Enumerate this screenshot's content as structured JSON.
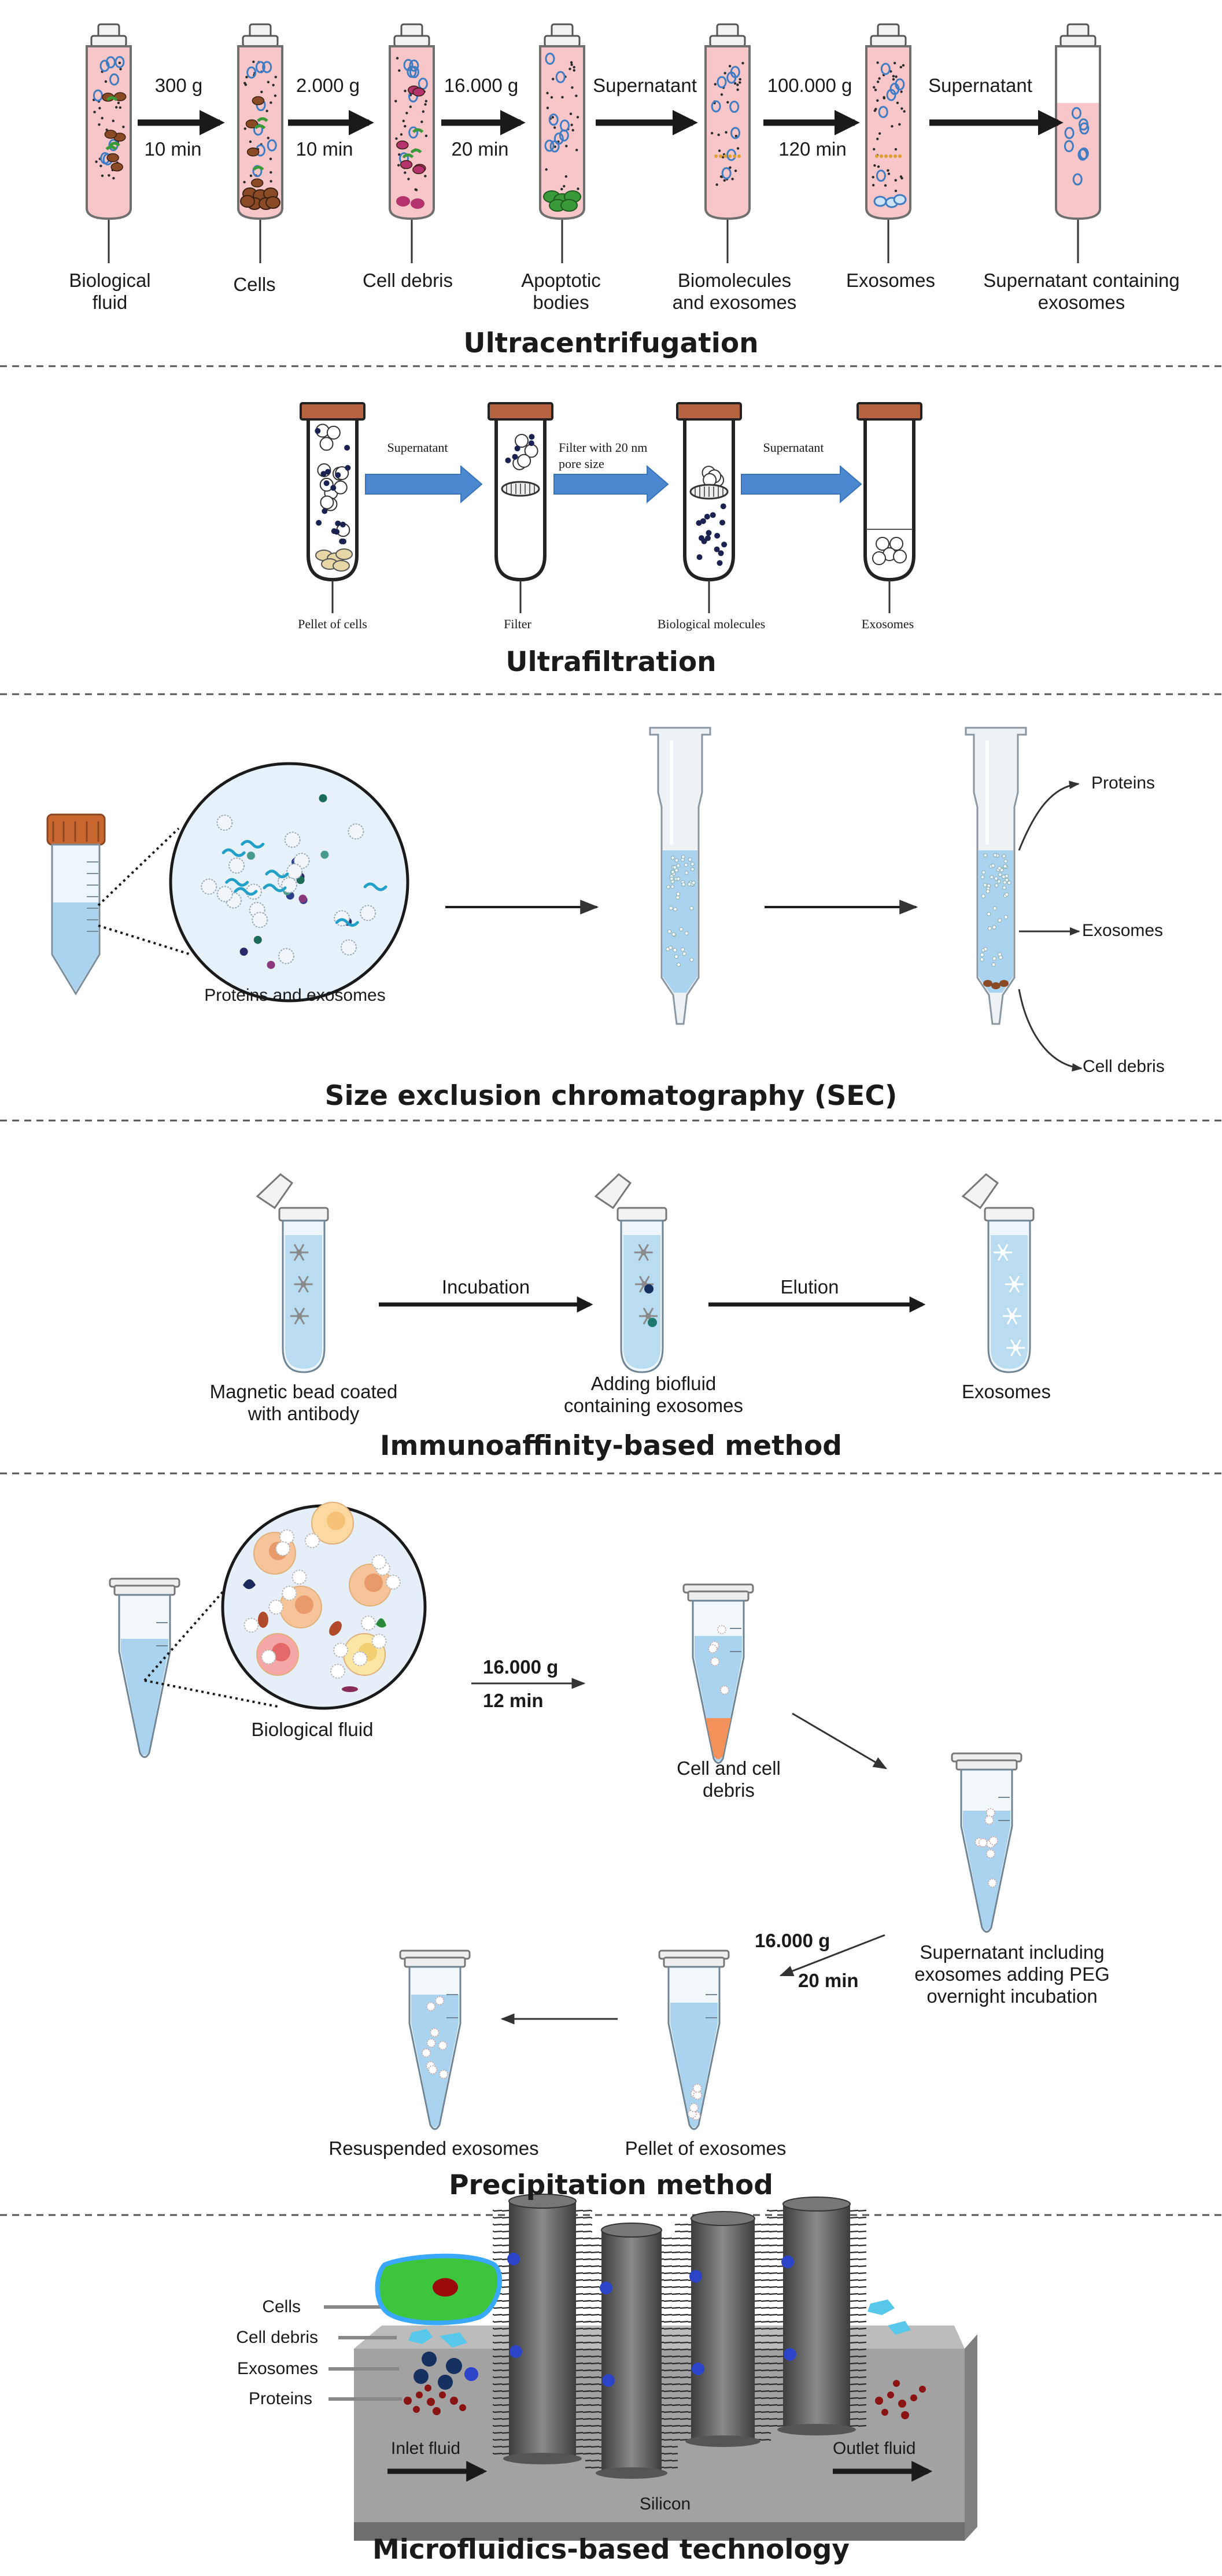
{
  "sections": {
    "ultracentrifugation": {
      "title": "Ultracentrifugation",
      "steps": [
        {
          "top": "300 g",
          "bottom": "10 min"
        },
        {
          "top": "2.000 g",
          "bottom": "10 min"
        },
        {
          "top": "16.000 g",
          "bottom": "20 min"
        },
        {
          "top": "Supernatant",
          "bottom": ""
        },
        {
          "top": "100.000 g",
          "bottom": "120 min"
        },
        {
          "top": "Supernatant",
          "bottom": ""
        }
      ],
      "tubes": [
        {
          "label1": "Biological",
          "label2": "fluid"
        },
        {
          "label1": "Cells",
          "label2": ""
        },
        {
          "label1": "Cell debris",
          "label2": ""
        },
        {
          "label1": "Apoptotic",
          "label2": "bodies"
        },
        {
          "label1": "Biomolecules",
          "label2": "and exosomes"
        },
        {
          "label1": "Exosomes",
          "label2": ""
        },
        {
          "label1": "Supernatant containing",
          "label2": "exosomes"
        }
      ]
    },
    "ultrafiltration": {
      "title": "Ultrafiltration",
      "arrows": [
        {
          "line1": "Supernatant",
          "line2": ""
        },
        {
          "line1": "Filter with 20 nm",
          "line2": "pore size"
        },
        {
          "line1": "Supernatant",
          "line2": ""
        }
      ],
      "tubes": [
        "Pellet of cells",
        "Filter",
        "Biological molecules",
        "Exosomes"
      ]
    },
    "sec": {
      "title": "Size exclusion chromatography (SEC)",
      "circle_label": "Proteins and exosomes",
      "outputs": [
        "Proteins",
        "Exosomes",
        "Cell debris"
      ]
    },
    "immunoaffinity": {
      "title": "Immunoaffinity-based method",
      "arrows": [
        "Incubation",
        "Elution"
      ],
      "tubes": [
        {
          "label1": "Magnetic bead coated",
          "label2": "with antibody"
        },
        {
          "label1": "Adding biofluid",
          "label2": "containing exosomes"
        },
        {
          "label1": "Exosomes",
          "label2": ""
        }
      ]
    },
    "precipitation": {
      "title": "Precipitation method",
      "circle_label": "Biological fluid",
      "spin1": {
        "force": "16.000 g",
        "time": "12 min"
      },
      "spin2": {
        "force": "16.000 g",
        "time": "20 min"
      },
      "debris_label": {
        "line1": "Cell and cell",
        "line2": "debris"
      },
      "peg_label": {
        "line1": "Supernatant including",
        "line2": "exosomes adding PEG",
        "line3": "overnight incubation"
      },
      "pellet_label": "Pellet of exosomes",
      "resuspended_label": "Resuspended exosomes"
    },
    "microfluidics": {
      "title": "Microfluidics-based technology",
      "legend": [
        "Cells",
        "Cell debris",
        "Exosomes",
        "Proteins"
      ],
      "inlet": "Inlet fluid",
      "outlet": "Outlet fluid",
      "substrate": "Silicon"
    }
  },
  "colors": {
    "tube_fill": "#f6c6c9",
    "tube_outline": "#6f6f6f",
    "arrow_black": "#1a1a1a",
    "arrow_blue": "#4b88cf",
    "cap_brown": "#b5643f",
    "liquid_blue": "#bfe1f3",
    "exosome_blue": "#3f7cc1",
    "divider": "#555555",
    "cell_green": "#3cc43c",
    "cell_border_blue": "#3aa8ff",
    "debris_cyan": "#57c7ea",
    "exosome_navy": "#16305f",
    "protein_red": "#8a1414",
    "pillar_gray": "#555555",
    "silicon_gray": "#a8a8a8"
  }
}
